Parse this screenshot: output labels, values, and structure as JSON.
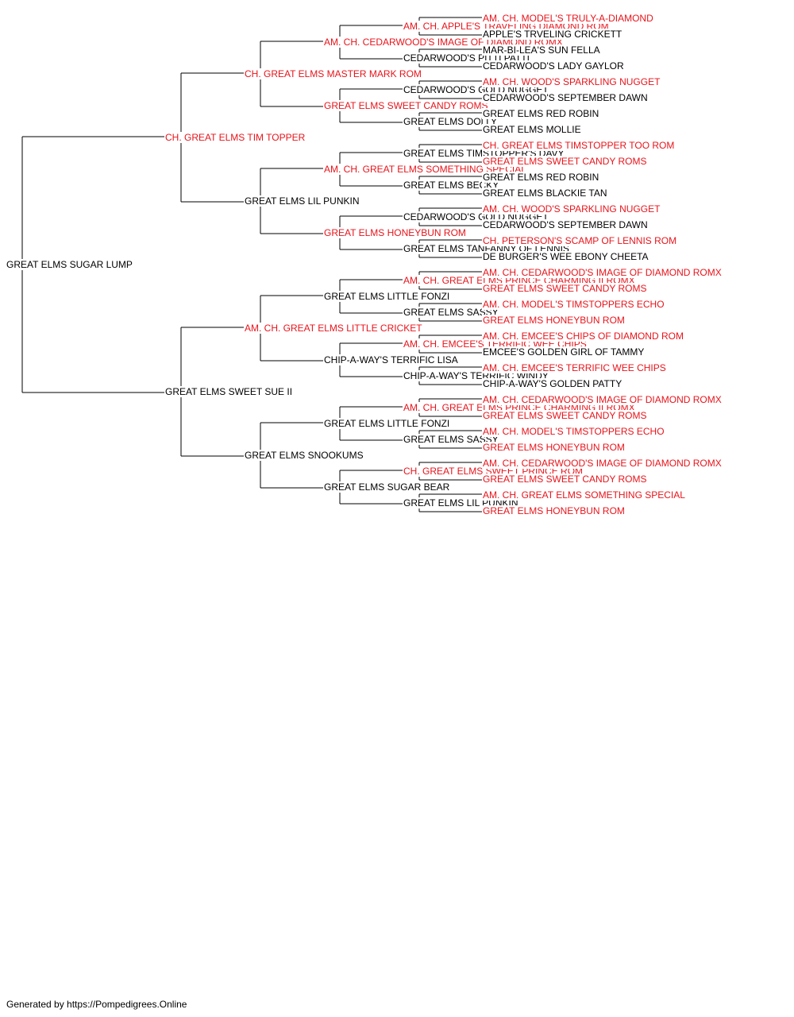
{
  "colors": {
    "champion": "#e8141b",
    "normal": "#000000",
    "line": "#000000"
  },
  "pedigree": {
    "name": "GREAT ELMS SUGAR LUMP",
    "ch": false,
    "sire": {
      "name": "CH. GREAT ELMS TIM TOPPER",
      "ch": true,
      "sire": {
        "name": "CH. GREAT ELMS MASTER MARK ROM",
        "ch": true,
        "sire": {
          "name": "AM. CH. CEDARWOOD'S IMAGE OF DIAMOND ROMX",
          "ch": true,
          "sire": {
            "name": "AM. CH. APPLE'S TRAVELING DIAMOND ROM",
            "ch": true,
            "sire": {
              "name": "AM. CH. MODEL'S TRULY-A-DIAMOND",
              "ch": true
            },
            "dam": {
              "name": "APPLE'S TRVELING CRICKETT",
              "ch": false
            }
          },
          "dam": {
            "name": "CEDARWOOD'S PITTI PATTI",
            "ch": false,
            "sire": {
              "name": "MAR-BI-LEA'S SUN FELLA",
              "ch": false
            },
            "dam": {
              "name": "CEDARWOOD'S LADY GAYLOR",
              "ch": false
            }
          }
        },
        "dam": {
          "name": "GREAT ELMS SWEET CANDY ROMS",
          "ch": true,
          "sire": {
            "name": "CEDARWOOD'S GOLD NUGGET",
            "ch": false,
            "sire": {
              "name": "AM. CH. WOOD'S SPARKLING NUGGET",
              "ch": true
            },
            "dam": {
              "name": "CEDARWOOD'S SEPTEMBER DAWN",
              "ch": false
            }
          },
          "dam": {
            "name": "GREAT ELMS DOLLY",
            "ch": false,
            "sire": {
              "name": "GREAT ELMS RED ROBIN",
              "ch": false
            },
            "dam": {
              "name": "GREAT ELMS MOLLIE",
              "ch": false
            }
          }
        }
      },
      "dam": {
        "name": "GREAT ELMS LIL PUNKIN",
        "ch": false,
        "sire": {
          "name": "AM. CH. GREAT ELMS SOMETHING SPECIAL",
          "ch": true,
          "sire": {
            "name": "GREAT ELMS TIMSTOPPER'S DAVY",
            "ch": false,
            "sire": {
              "name": "CH. GREAT ELMS TIMSTOPPER TOO ROM",
              "ch": true
            },
            "dam": {
              "name": "GREAT ELMS SWEET CANDY ROMS",
              "ch": true
            }
          },
          "dam": {
            "name": "GREAT ELMS BECKY",
            "ch": false,
            "sire": {
              "name": "GREAT ELMS RED ROBIN",
              "ch": false
            },
            "dam": {
              "name": "GREAT ELMS BLACKIE TAN",
              "ch": false
            }
          }
        },
        "dam": {
          "name": "GREAT ELMS HONEYBUN ROM",
          "ch": true,
          "sire": {
            "name": "CEDARWOOD'S GOLD NUGGET",
            "ch": false,
            "sire": {
              "name": "AM. CH. WOOD'S SPARKLING NUGGET",
              "ch": true
            },
            "dam": {
              "name": "CEDARWOOD'S SEPTEMBER DAWN",
              "ch": false
            }
          },
          "dam": {
            "name": "GREAT ELMS TANFANNY OF LENNIS",
            "ch": false,
            "sire": {
              "name": "CH. PETERSON'S SCAMP OF LENNIS ROM",
              "ch": true
            },
            "dam": {
              "name": "DE BURGER'S WEE EBONY CHEETA",
              "ch": false
            }
          }
        }
      }
    },
    "dam": {
      "name": "GREAT ELMS SWEET SUE II",
      "ch": false,
      "sire": {
        "name": "AM. CH. GREAT ELMS LITTLE CRICKET",
        "ch": true,
        "sire": {
          "name": "GREAT ELMS LITTLE FONZI",
          "ch": false,
          "sire": {
            "name": "AM. CH. GREAT ELMS PRINCE CHARMING II ROMX",
            "ch": true,
            "sire": {
              "name": "AM. CH. CEDARWOOD'S IMAGE OF DIAMOND ROMX",
              "ch": true
            },
            "dam": {
              "name": "GREAT ELMS SWEET CANDY ROMS",
              "ch": true
            }
          },
          "dam": {
            "name": "GREAT ELMS SASSY",
            "ch": false,
            "sire": {
              "name": "AM. CH. MODEL'S TIMSTOPPERS ECHO",
              "ch": true
            },
            "dam": {
              "name": "GREAT ELMS HONEYBUN ROM",
              "ch": true
            }
          }
        },
        "dam": {
          "name": "CHIP-A-WAY'S TERRIFIC LISA",
          "ch": false,
          "sire": {
            "name": "AM. CH. EMCEE'S TERRIFIC WEE CHIPS",
            "ch": true,
            "sire": {
              "name": "AM. CH. EMCEE'S CHIPS OF DIAMOND ROM",
              "ch": true
            },
            "dam": {
              "name": "EMCEE'S GOLDEN GIRL OF TAMMY",
              "ch": false
            }
          },
          "dam": {
            "name": "CHIP-A-WAY'S TERRIFIC WINDY",
            "ch": false,
            "sire": {
              "name": "AM. CH. EMCEE'S TERRIFIC WEE CHIPS",
              "ch": true
            },
            "dam": {
              "name": "CHIP-A-WAY'S GOLDEN PATTY",
              "ch": false
            }
          }
        }
      },
      "dam": {
        "name": "GREAT ELMS SNOOKUMS",
        "ch": false,
        "sire": {
          "name": "GREAT ELMS LITTLE FONZI",
          "ch": false,
          "sire": {
            "name": "AM. CH. GREAT ELMS PRINCE CHARMING II ROMX",
            "ch": true,
            "sire": {
              "name": "AM. CH. CEDARWOOD'S IMAGE OF DIAMOND ROMX",
              "ch": true
            },
            "dam": {
              "name": "GREAT ELMS SWEET CANDY ROMS",
              "ch": true
            }
          },
          "dam": {
            "name": "GREAT ELMS SASSY",
            "ch": false,
            "sire": {
              "name": "AM. CH. MODEL'S TIMSTOPPERS ECHO",
              "ch": true
            },
            "dam": {
              "name": "GREAT ELMS HONEYBUN ROM",
              "ch": true
            }
          }
        },
        "dam": {
          "name": "GREAT ELMS SUGAR BEAR",
          "ch": false,
          "sire": {
            "name": "CH. GREAT ELMS SWEET PRINCE ROM",
            "ch": true,
            "sire": {
              "name": "AM. CH. CEDARWOOD'S IMAGE OF DIAMOND ROMX",
              "ch": true
            },
            "dam": {
              "name": "GREAT ELMS SWEET CANDY ROMS",
              "ch": true
            }
          },
          "dam": {
            "name": "GREAT ELMS LIL PUNKIN",
            "ch": false,
            "sire": {
              "name": "AM. CH. GREAT ELMS SOMETHING SPECIAL",
              "ch": true
            },
            "dam": {
              "name": "GREAT ELMS HONEYBUN ROM",
              "ch": true
            }
          }
        }
      }
    }
  },
  "footer": "Generated by https://Pompedigrees.Online"
}
